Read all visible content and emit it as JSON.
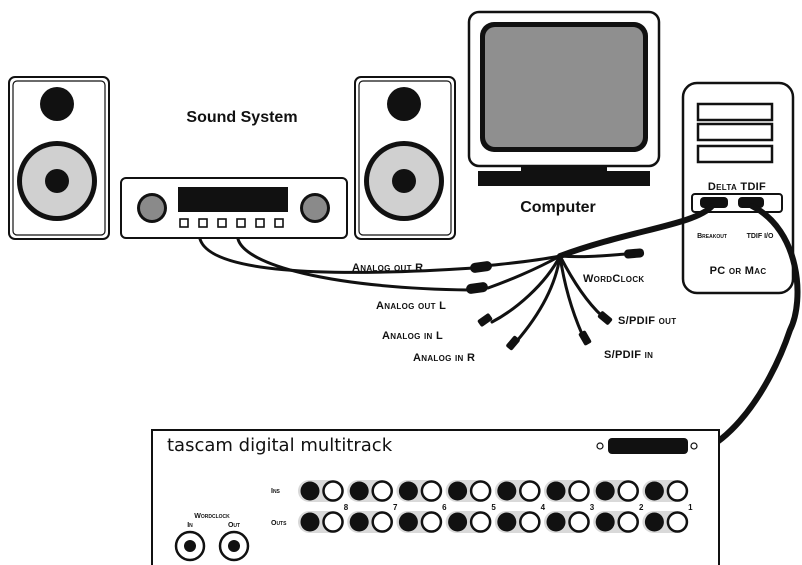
{
  "devices": {
    "sound_system": {
      "label": "Sound System"
    },
    "computer": {
      "label": "Computer"
    },
    "pc_card": {
      "title": "Delta TDIF",
      "port_left": "Breakout",
      "port_right": "TDIF I/O",
      "platform": "PC or Mac"
    },
    "multitrack": {
      "title": "tascam digital multitrack",
      "row_ins": "Ins",
      "row_outs": "Outs",
      "wordclock": "Wordclock",
      "wc_in": "In",
      "wc_out": "Out",
      "channel_numbers": [
        "8",
        "7",
        "6",
        "5",
        "4",
        "3",
        "2",
        "1"
      ]
    }
  },
  "breakout_cables": [
    "Analog out R",
    "Analog out L",
    "Analog in L",
    "Analog in R",
    "WordClock",
    "S/PDIF out",
    "S/PDIF in"
  ]
}
